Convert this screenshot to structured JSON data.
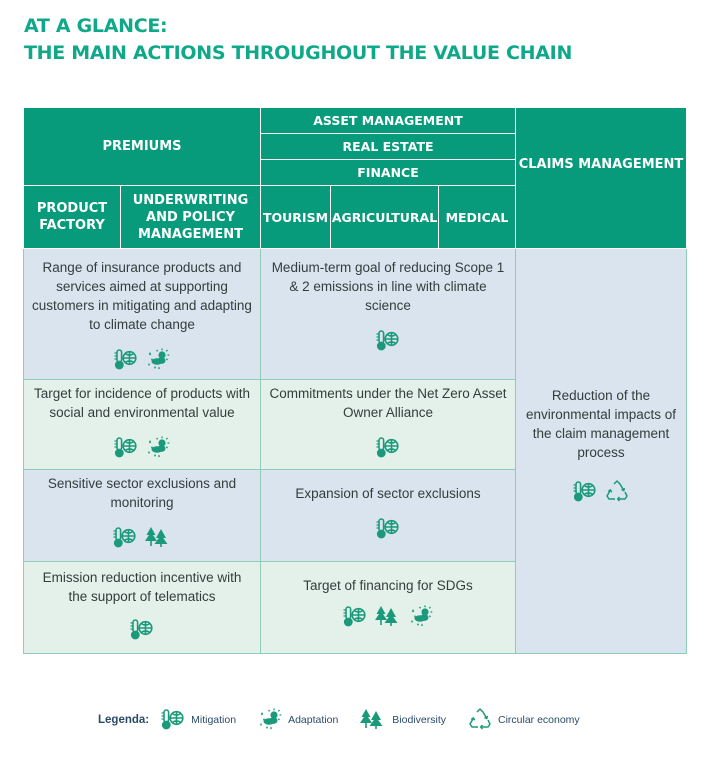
{
  "title": {
    "line1": "AT A GLANCE:",
    "line2": "THE MAIN ACTIONS THROUGHOUT THE VALUE CHAIN"
  },
  "colors": {
    "brand_green": "#079b7c",
    "title_green": "#0fa889",
    "cell_blue": "#d9e4ee",
    "cell_green": "#e4f1ea",
    "icon_green": "#1a9a7a",
    "legend_text": "#2b4a6a"
  },
  "headers": {
    "premiums": "PREMIUMS",
    "asset_management": "ASSET MANAGEMENT",
    "real_estate": "REAL ESTATE",
    "finance": "FINANCE",
    "claims_management": "CLAIMS MANAGEMENT",
    "product_factory": "PRODUCT FACTORY",
    "underwriting": "UNDERWRITING AND POLICY MANAGEMENT",
    "tourism": "TOURISM",
    "agricultural": "AGRICULTURAL",
    "medical": "MEDICAL"
  },
  "rows": [
    {
      "premiums_text": "Range of insurance products and services aimed at supporting customers in mitigating and adapting to climate change",
      "premiums_icons": [
        "mitigation-icon",
        "adaptation-icon"
      ],
      "assets_text": "Medium-term goal of reducing Scope 1 & 2 emissions in line with climate science",
      "assets_icons": [
        "mitigation-icon"
      ]
    },
    {
      "premiums_text": "Target for incidence of products with social and environmental value",
      "premiums_icons": [
        "mitigation-icon",
        "adaptation-icon"
      ],
      "assets_text": "Commitments under the Net Zero Asset Owner Alliance",
      "assets_icons": [
        "mitigation-icon"
      ]
    },
    {
      "premiums_text": "Sensitive sector exclusions and monitoring",
      "premiums_icons": [
        "mitigation-icon",
        "biodiversity-icon"
      ],
      "assets_text": "Expansion of sector exclusions",
      "assets_icons": [
        "mitigation-icon"
      ]
    },
    {
      "premiums_text": "Emission reduction incentive with the support of telematics",
      "premiums_icons": [
        "mitigation-icon"
      ],
      "assets_text": "Target of financing for SDGs",
      "assets_icons": [
        "mitigation-icon",
        "biodiversity-icon",
        "adaptation-icon"
      ]
    }
  ],
  "claims": {
    "text": "Reduction of the environmental impacts of the claim management process",
    "icons": [
      "mitigation-icon",
      "circular-economy-icon"
    ]
  },
  "legend": {
    "title": "Legenda:",
    "items": [
      {
        "icon": "mitigation-icon",
        "label": "Mitigation"
      },
      {
        "icon": "adaptation-icon",
        "label": "Adaptation"
      },
      {
        "icon": "biodiversity-icon",
        "label": "Biodiversity"
      },
      {
        "icon": "circular-economy-icon",
        "label": "Circular economy"
      }
    ]
  }
}
